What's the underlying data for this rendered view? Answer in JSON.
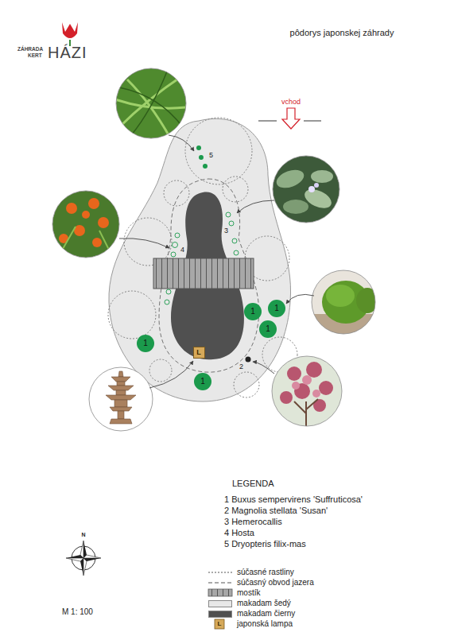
{
  "diagram": {
    "title": "pôdorys japonskej záhrady",
    "nodes": [
      {
        "text": [
          "1"
        ]
      },
      {
        "text": [
          "1"
        ]
      },
      {
        "text": [
          "1"
        ]
      },
      {
        "text": [
          "1"
        ]
      },
      {
        "text": [
          "1"
        ]
      },
      {
        "text": [
          "L"
        ]
      }
    ],
    "labels": [
      "ZÁHRADA",
      "KERT",
      "HÁZI",
      "vchod",
      "5",
      "3",
      "4",
      "2",
      "LEGENDA",
      "N",
      "M 1: 100",
      "L"
    ],
    "legend": [
      {
        "text": "1 Buxus sempervirens 'Suffruticosa'"
      },
      {
        "text": "2 Magnolia stellata 'Susan'"
      },
      {
        "text": "3 Hemerocallis"
      },
      {
        "text": "4 Hosta"
      },
      {
        "text": "5 Dryopteris filix-mas"
      },
      {
        "text": "súčasné rastliny"
      },
      {
        "text": "súčasný obvod jazera"
      },
      {
        "text": "mostík"
      },
      {
        "text": "makadam šedý",
        "color": "#e8e8e8"
      },
      {
        "text": "makadam čierny",
        "color": "#505050"
      },
      {
        "text": "japonská lampa"
      }
    ]
  }
}
